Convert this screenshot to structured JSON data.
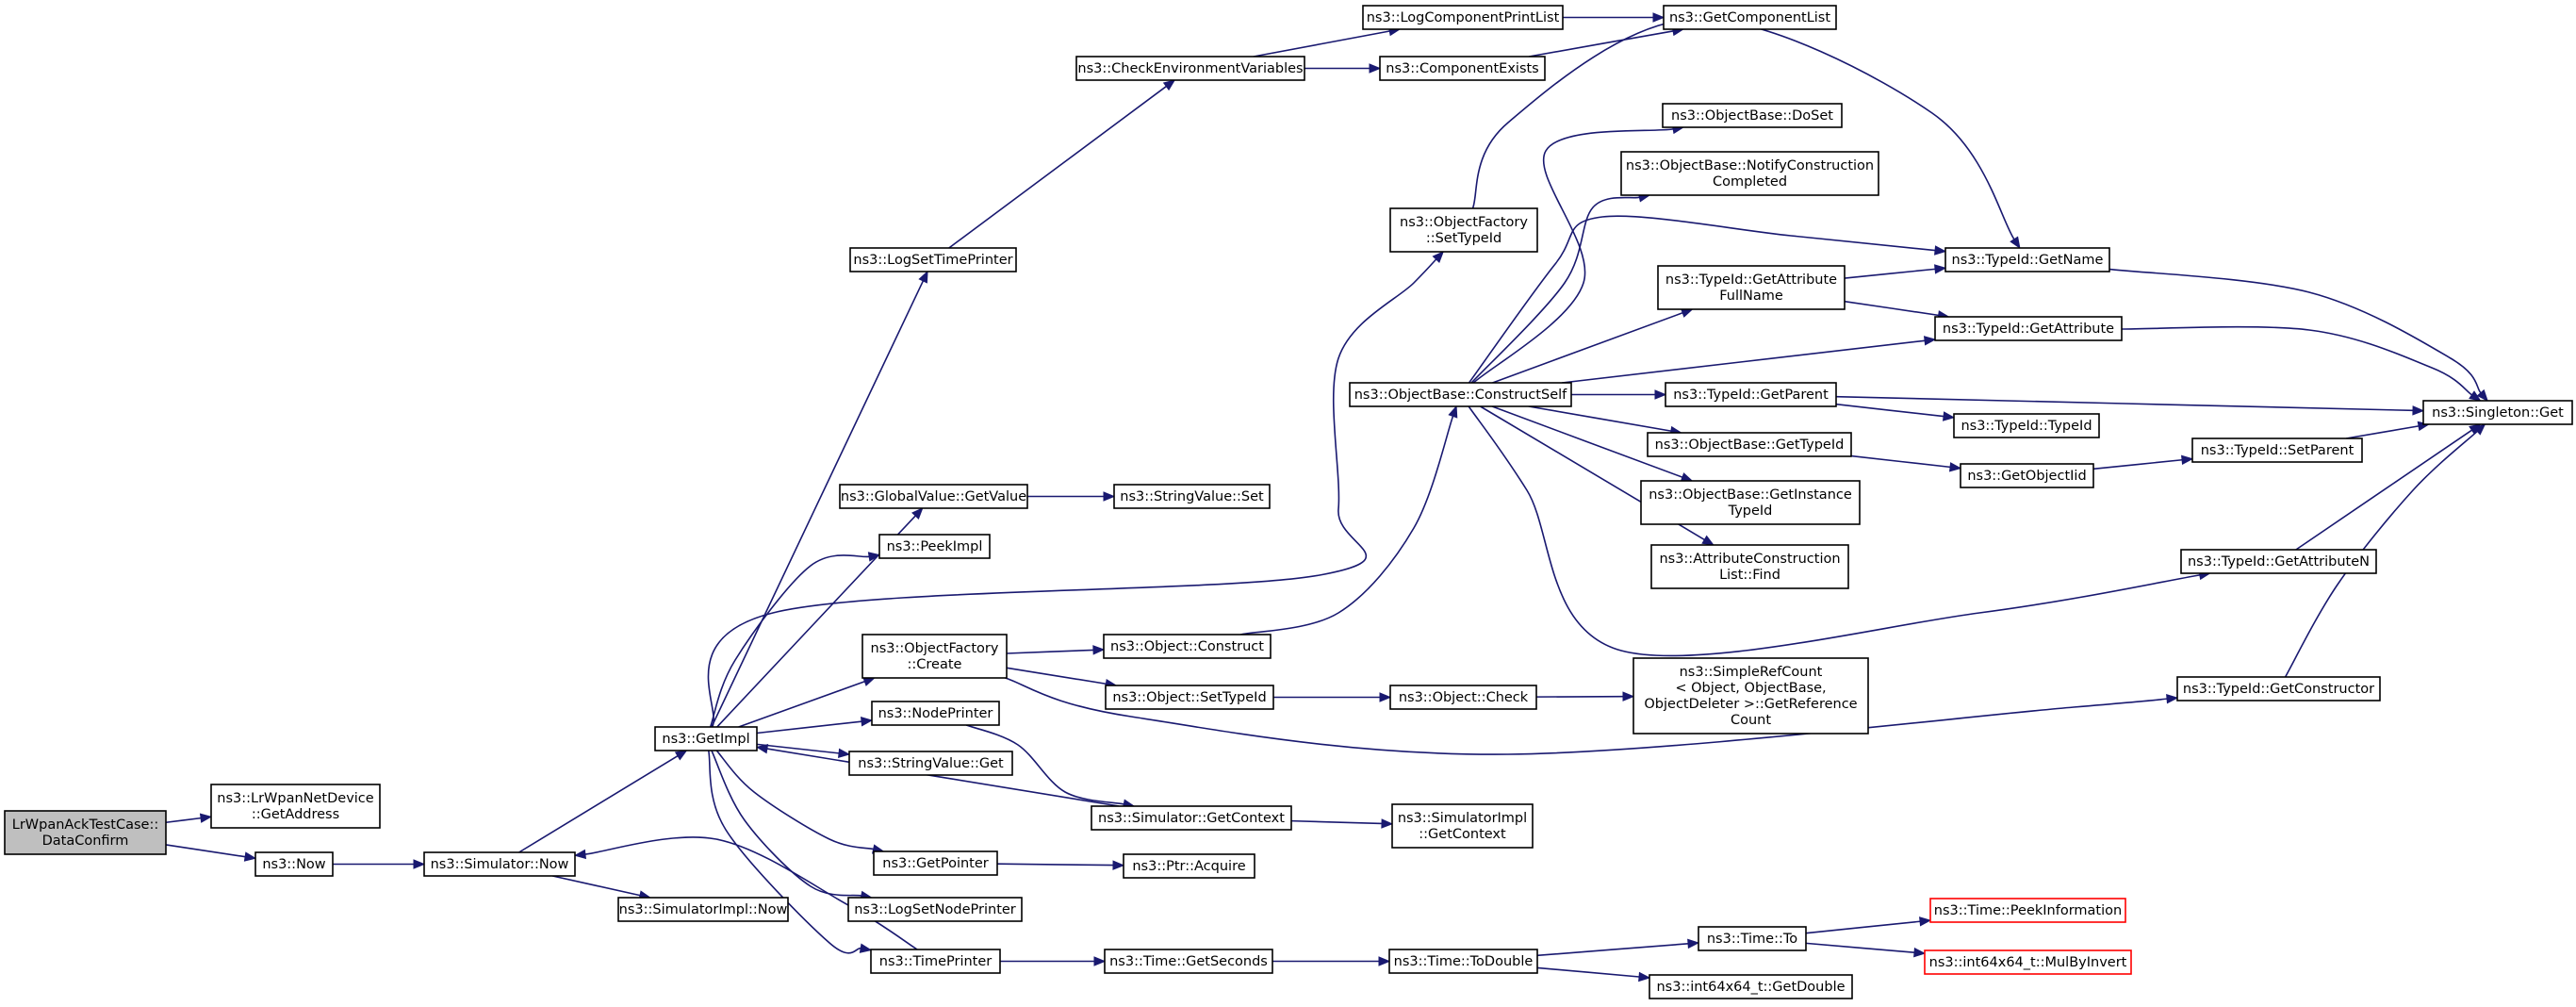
{
  "colors": {
    "edge": "#191970",
    "node_border": "#000000",
    "node_fill": "#ffffff",
    "root_fill": "#bfbfbf",
    "truncated_border": "#ff0000"
  },
  "nodes": [
    {
      "id": "root",
      "lines": [
        "LrWpanAckTestCase::",
        "DataConfirm"
      ]
    },
    {
      "id": "getaddress",
      "lines": [
        "ns3::LrWpanNetDevice",
        "::GetAddress"
      ]
    },
    {
      "id": "now",
      "lines": [
        "ns3::Now"
      ]
    },
    {
      "id": "simnow",
      "lines": [
        "ns3::Simulator::Now"
      ]
    },
    {
      "id": "simimplnow",
      "lines": [
        "ns3::SimulatorImpl::Now"
      ]
    },
    {
      "id": "getimpl",
      "lines": [
        "ns3::GetImpl"
      ]
    },
    {
      "id": "logsettimeprinter",
      "lines": [
        "ns3::LogSetTimePrinter"
      ]
    },
    {
      "id": "checkenv",
      "lines": [
        "ns3::CheckEnvironmentVariables"
      ]
    },
    {
      "id": "logcompprintlist",
      "lines": [
        "ns3::LogComponentPrintList"
      ]
    },
    {
      "id": "getcomplist",
      "lines": [
        "ns3::GetComponentList"
      ]
    },
    {
      "id": "compexists",
      "lines": [
        "ns3::ComponentExists"
      ]
    },
    {
      "id": "gvgetvalue",
      "lines": [
        "ns3::GlobalValue::GetValue"
      ]
    },
    {
      "id": "stringvalueset",
      "lines": [
        "ns3::StringValue::Set"
      ]
    },
    {
      "id": "peekimpl",
      "lines": [
        "ns3::PeekImpl"
      ]
    },
    {
      "id": "ofcreate",
      "lines": [
        "ns3::ObjectFactory",
        "::Create"
      ]
    },
    {
      "id": "objconstruct",
      "lines": [
        "ns3::Object::Construct"
      ]
    },
    {
      "id": "objsettypeid",
      "lines": [
        "ns3::Object::SetTypeId"
      ]
    },
    {
      "id": "objcheck",
      "lines": [
        "ns3::Object::Check"
      ]
    },
    {
      "id": "simplerefcount",
      "lines": [
        "ns3::SimpleRefCount",
        "< Object, ObjectBase,",
        " ObjectDeleter >::GetReference",
        "Count"
      ]
    },
    {
      "id": "nodeprinter",
      "lines": [
        "ns3::NodePrinter"
      ]
    },
    {
      "id": "stringvalueget",
      "lines": [
        "ns3::StringValue::Get"
      ]
    },
    {
      "id": "simgetcontext",
      "lines": [
        "ns3::Simulator::GetContext"
      ]
    },
    {
      "id": "simimplgetcontext",
      "lines": [
        "ns3::SimulatorImpl",
        "::GetContext"
      ]
    },
    {
      "id": "getpointer",
      "lines": [
        "ns3::GetPointer"
      ]
    },
    {
      "id": "ptracquire",
      "lines": [
        "ns3::Ptr::Acquire"
      ]
    },
    {
      "id": "logsetnodeprinter",
      "lines": [
        "ns3::LogSetNodePrinter"
      ]
    },
    {
      "id": "timeprinter",
      "lines": [
        "ns3::TimePrinter"
      ]
    },
    {
      "id": "timegetseconds",
      "lines": [
        "ns3::Time::GetSeconds"
      ]
    },
    {
      "id": "timetodouble",
      "lines": [
        "ns3::Time::ToDouble"
      ]
    },
    {
      "id": "timeto",
      "lines": [
        "ns3::Time::To"
      ]
    },
    {
      "id": "peekinfo",
      "lines": [
        "ns3::Time::PeekInformation"
      ],
      "truncated": true
    },
    {
      "id": "mulbyinvert",
      "lines": [
        "ns3::int64x64_t::MulByInvert"
      ],
      "truncated": true
    },
    {
      "id": "getdouble",
      "lines": [
        "ns3::int64x64_t::GetDouble"
      ]
    },
    {
      "id": "ofsettypeid",
      "lines": [
        "ns3::ObjectFactory",
        "::SetTypeId"
      ]
    },
    {
      "id": "constructself",
      "lines": [
        "ns3::ObjectBase::ConstructSelf"
      ]
    },
    {
      "id": "doset",
      "lines": [
        "ns3::ObjectBase::DoSet"
      ]
    },
    {
      "id": "notifyconstruction",
      "lines": [
        "ns3::ObjectBase::NotifyConstruction",
        "Completed"
      ]
    },
    {
      "id": "getattrfullname",
      "lines": [
        "ns3::TypeId::GetAttribute",
        "FullName"
      ]
    },
    {
      "id": "typeidgetname",
      "lines": [
        "ns3::TypeId::GetName"
      ]
    },
    {
      "id": "typeidgetattribute",
      "lines": [
        "ns3::TypeId::GetAttribute"
      ]
    },
    {
      "id": "typeidgetparent",
      "lines": [
        "ns3::TypeId::GetParent"
      ]
    },
    {
      "id": "typeidtypeid",
      "lines": [
        "ns3::TypeId::TypeId"
      ]
    },
    {
      "id": "obgettypeid",
      "lines": [
        "ns3::ObjectBase::GetTypeId"
      ]
    },
    {
      "id": "getobjectiid",
      "lines": [
        "ns3::GetObjectIid"
      ]
    },
    {
      "id": "typeidsetparent",
      "lines": [
        "ns3::TypeId::SetParent"
      ]
    },
    {
      "id": "obgetinstancetypeid",
      "lines": [
        "ns3::ObjectBase::GetInstance",
        "TypeId"
      ]
    },
    {
      "id": "attrconstrfind",
      "lines": [
        "ns3::AttributeConstruction",
        "List::Find"
      ]
    },
    {
      "id": "typeidgetattributen",
      "lines": [
        "ns3::TypeId::GetAttributeN"
      ]
    },
    {
      "id": "typeidgetconstructor",
      "lines": [
        "ns3::TypeId::GetConstructor"
      ]
    },
    {
      "id": "singletonget",
      "lines": [
        "ns3::Singleton::Get"
      ]
    }
  ]
}
